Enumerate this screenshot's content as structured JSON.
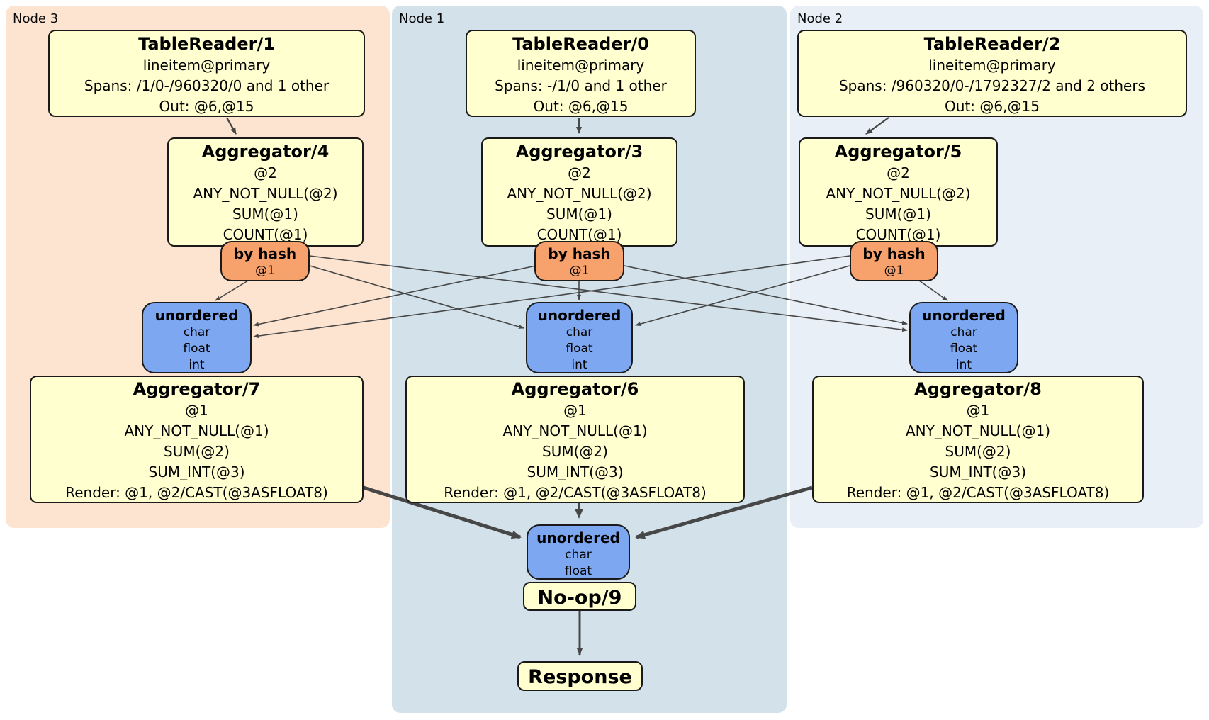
{
  "regions": [
    {
      "label": "Node 3",
      "reader": {
        "title": "TableReader/1",
        "rows": [
          "lineitem@primary",
          "Spans: /1/0-/960320/0 and 1 other",
          "Out: @6,@15"
        ]
      },
      "agg_top": {
        "title": "Aggregator/4",
        "rows": [
          "@2",
          "ANY_NOT_NULL(@2)",
          "SUM(@1)",
          "COUNT(@1)"
        ]
      },
      "router": {
        "title": "by hash",
        "rows": [
          "@1"
        ]
      },
      "sync": {
        "title": "unordered",
        "rows": [
          "char",
          "float",
          "int"
        ]
      },
      "agg_bottom": {
        "title": "Aggregator/7",
        "rows": [
          "@1",
          "ANY_NOT_NULL(@1)",
          "SUM(@2)",
          "SUM_INT(@3)",
          "Render: @1, @2/CAST(@3ASFLOAT8)"
        ]
      }
    },
    {
      "label": "Node 1",
      "reader": {
        "title": "TableReader/0",
        "rows": [
          "lineitem@primary",
          "Spans: -/1/0 and 1 other",
          "Out: @6,@15"
        ]
      },
      "agg_top": {
        "title": "Aggregator/3",
        "rows": [
          "@2",
          "ANY_NOT_NULL(@2)",
          "SUM(@1)",
          "COUNT(@1)"
        ]
      },
      "router": {
        "title": "by hash",
        "rows": [
          "@1"
        ]
      },
      "sync": {
        "title": "unordered",
        "rows": [
          "char",
          "float",
          "int"
        ]
      },
      "agg_bottom": {
        "title": "Aggregator/6",
        "rows": [
          "@1",
          "ANY_NOT_NULL(@1)",
          "SUM(@2)",
          "SUM_INT(@3)",
          "Render: @1, @2/CAST(@3ASFLOAT8)"
        ]
      }
    },
    {
      "label": "Node 2",
      "reader": {
        "title": "TableReader/2",
        "rows": [
          "lineitem@primary",
          "Spans: /960320/0-/1792327/2 and 2 others",
          "Out: @6,@15"
        ]
      },
      "agg_top": {
        "title": "Aggregator/5",
        "rows": [
          "@2",
          "ANY_NOT_NULL(@2)",
          "SUM(@1)",
          "COUNT(@1)"
        ]
      },
      "router": {
        "title": "by hash",
        "rows": [
          "@1"
        ]
      },
      "sync": {
        "title": "unordered",
        "rows": [
          "char",
          "float",
          "int"
        ]
      },
      "agg_bottom": {
        "title": "Aggregator/8",
        "rows": [
          "@1",
          "ANY_NOT_NULL(@1)",
          "SUM(@2)",
          "SUM_INT(@3)",
          "Render: @1, @2/CAST(@3ASFLOAT8)"
        ]
      }
    }
  ],
  "final": {
    "sync": {
      "title": "unordered",
      "rows": [
        "char",
        "float"
      ]
    },
    "noop": {
      "title": "No-op/9"
    },
    "response": {
      "title": "Response"
    }
  },
  "colors": {
    "node3_bg": "#fce4d1",
    "node1_bg": "#d2e1ea",
    "node2_bg": "#e9eff6",
    "processor_box": "#ffffcf",
    "router_box": "#f7a26c",
    "sync_box": "#7da7f0",
    "edge": "#474747"
  }
}
